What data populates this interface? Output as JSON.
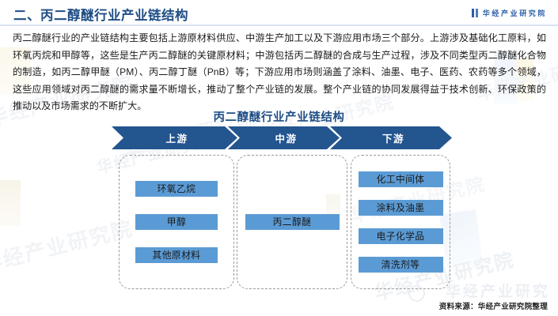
{
  "header": {
    "title": "二、丙二醇醚行业产业链结构",
    "brand": "华经产业研究院",
    "brand_icon": "book-mark-icon"
  },
  "body": {
    "paragraph": "丙二醇醚行业的产业链结构主要包括上游原材料供应、中游生产加工以及下游应用市场三个部分。上游涉及基础化工原料，如环氧丙烷和甲醇等，这些是生产丙二醇醚的关键原材料；中游包括丙二醇醚的合成与生产过程，涉及不同类型丙二醇醚化合物的制造，如丙二醇甲醚（PM）、丙二醇丁醚（PnB）等；下游应用市场则涵盖了涂料、油墨、电子、医药、农药等多个领域，这些应用领域对丙二醇醚的需求量不断增长，推动了整个产业链的发展。整个产业链的协同发展得益于技术创新、环保政策的推动以及市场需求的不断扩大。"
  },
  "figure": {
    "title": "丙二醇醚行业产业链结构",
    "stages": [
      {
        "banner": "上游",
        "items": [
          "环氧乙烷",
          "甲醇",
          "其他原材料"
        ]
      },
      {
        "banner": "中游",
        "items": [
          "丙二醇醚"
        ]
      },
      {
        "banner": "下游",
        "items": [
          "化工中间体",
          "涂料及油墨",
          "电子化学品",
          "清洗剂等"
        ]
      }
    ],
    "source": "资料来源：华经产业研究院整理"
  },
  "watermark": {
    "text": "华经产业研究院",
    "short": "华经产业研究"
  },
  "colors": {
    "header_blue": "#1f4e86",
    "chevron_blue": "#23558f",
    "item_blue": "#5b9bd5",
    "rule": "#d9e2ef"
  }
}
